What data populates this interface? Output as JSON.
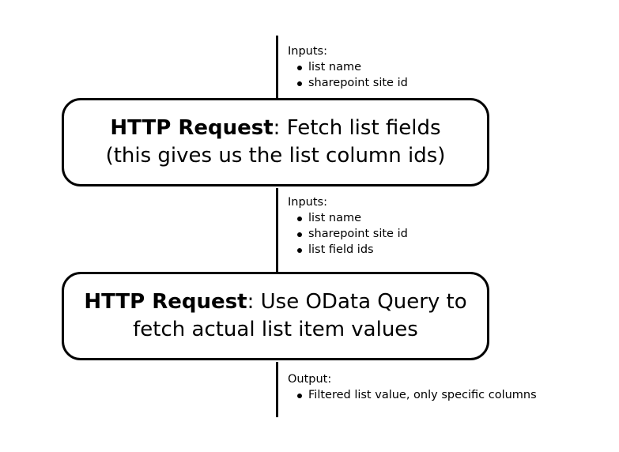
{
  "notes": [
    {
      "heading": "Inputs:",
      "items": [
        "list name",
        "sharepoint site id"
      ]
    },
    {
      "heading": "Inputs:",
      "items": [
        "list name",
        "sharepoint site id",
        "list field ids"
      ]
    },
    {
      "heading": "Output:",
      "items": [
        "Filtered list value, only specific columns"
      ]
    }
  ],
  "steps": [
    {
      "bold": "HTTP Request",
      "rest": ": Fetch list fields",
      "line2": "(this gives us the list column ids)"
    },
    {
      "bold": "HTTP Request",
      "rest": ": Use OData Query to",
      "line2": "fetch actual list item values"
    }
  ]
}
